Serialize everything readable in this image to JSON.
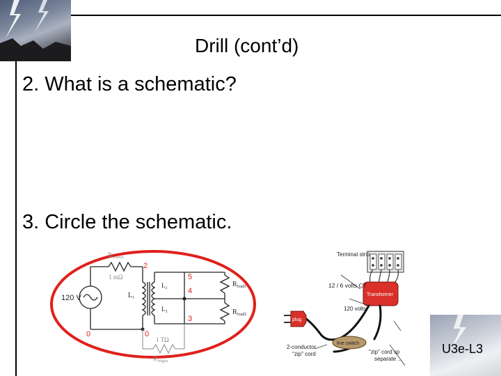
{
  "slide": {
    "title": "Drill (cont’d)",
    "question_1": "2.  What is a schematic?",
    "question_2": "3.  Circle the schematic.",
    "footer_code": "U3e-L3"
  },
  "schematic": {
    "source_label": "120 V",
    "label_r_source": "R",
    "label_r_source_sub": "source",
    "label_r_source_value": "1 mΩ",
    "label_l1": "L₁",
    "label_l2": "L₂",
    "label_l3": "L₃",
    "label_rload1": "R",
    "label_rload1_sub": "load1",
    "label_rload2": "R",
    "label_rload2_sub": "load2",
    "node_2": "2",
    "node_5": "5",
    "node_4": "4",
    "node_3": "3",
    "node_0_left": "0",
    "node_0_right": "0",
    "label_bogus_value": "1 TΩ",
    "label_bogus": "R",
    "label_bogus_sub": "bogus"
  },
  "pictorial": {
    "terminal_strip": "Terminal strip",
    "voltage_rating": "12 / 6 volts CT",
    "transformer": "Transformer",
    "primary_volts": "120 volts",
    "plug": "plug",
    "line_switch": "line switch",
    "two_conductor_1": "2-conductor",
    "two_conductor_2": "\"zip\" cord",
    "zip_cord_1": "\"zip\" cord sp",
    "zip_cord_2": "separate ...",
    "circle_color": "#e0201b"
  }
}
